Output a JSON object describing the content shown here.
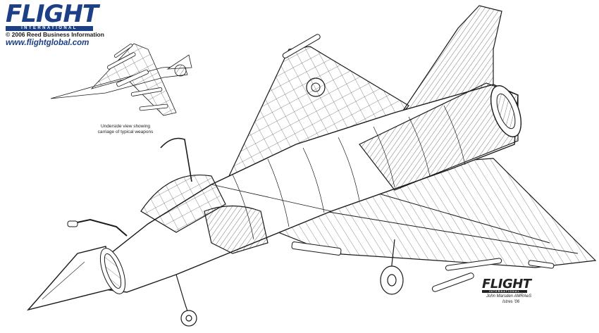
{
  "branding": {
    "logo_text": "FLIGHT",
    "logo_subtext": "INTERNATIONAL",
    "copyright": "© 2006 Reed Business Information",
    "website": "www.flightglobal.com",
    "brand_color": "#1d3f86"
  },
  "inset": {
    "caption_line1": "Underside view showing",
    "caption_line2": "carriage of typical weapons"
  },
  "signature": {
    "logo_text": "FLIGHT",
    "logo_subtext": "INTERNATIONAL",
    "artist": "John Marsden AMRAeS",
    "place": "Istres '06"
  },
  "illustration": {
    "subject": "aircraft-cutaway",
    "line_color": "#1a1a1a"
  }
}
